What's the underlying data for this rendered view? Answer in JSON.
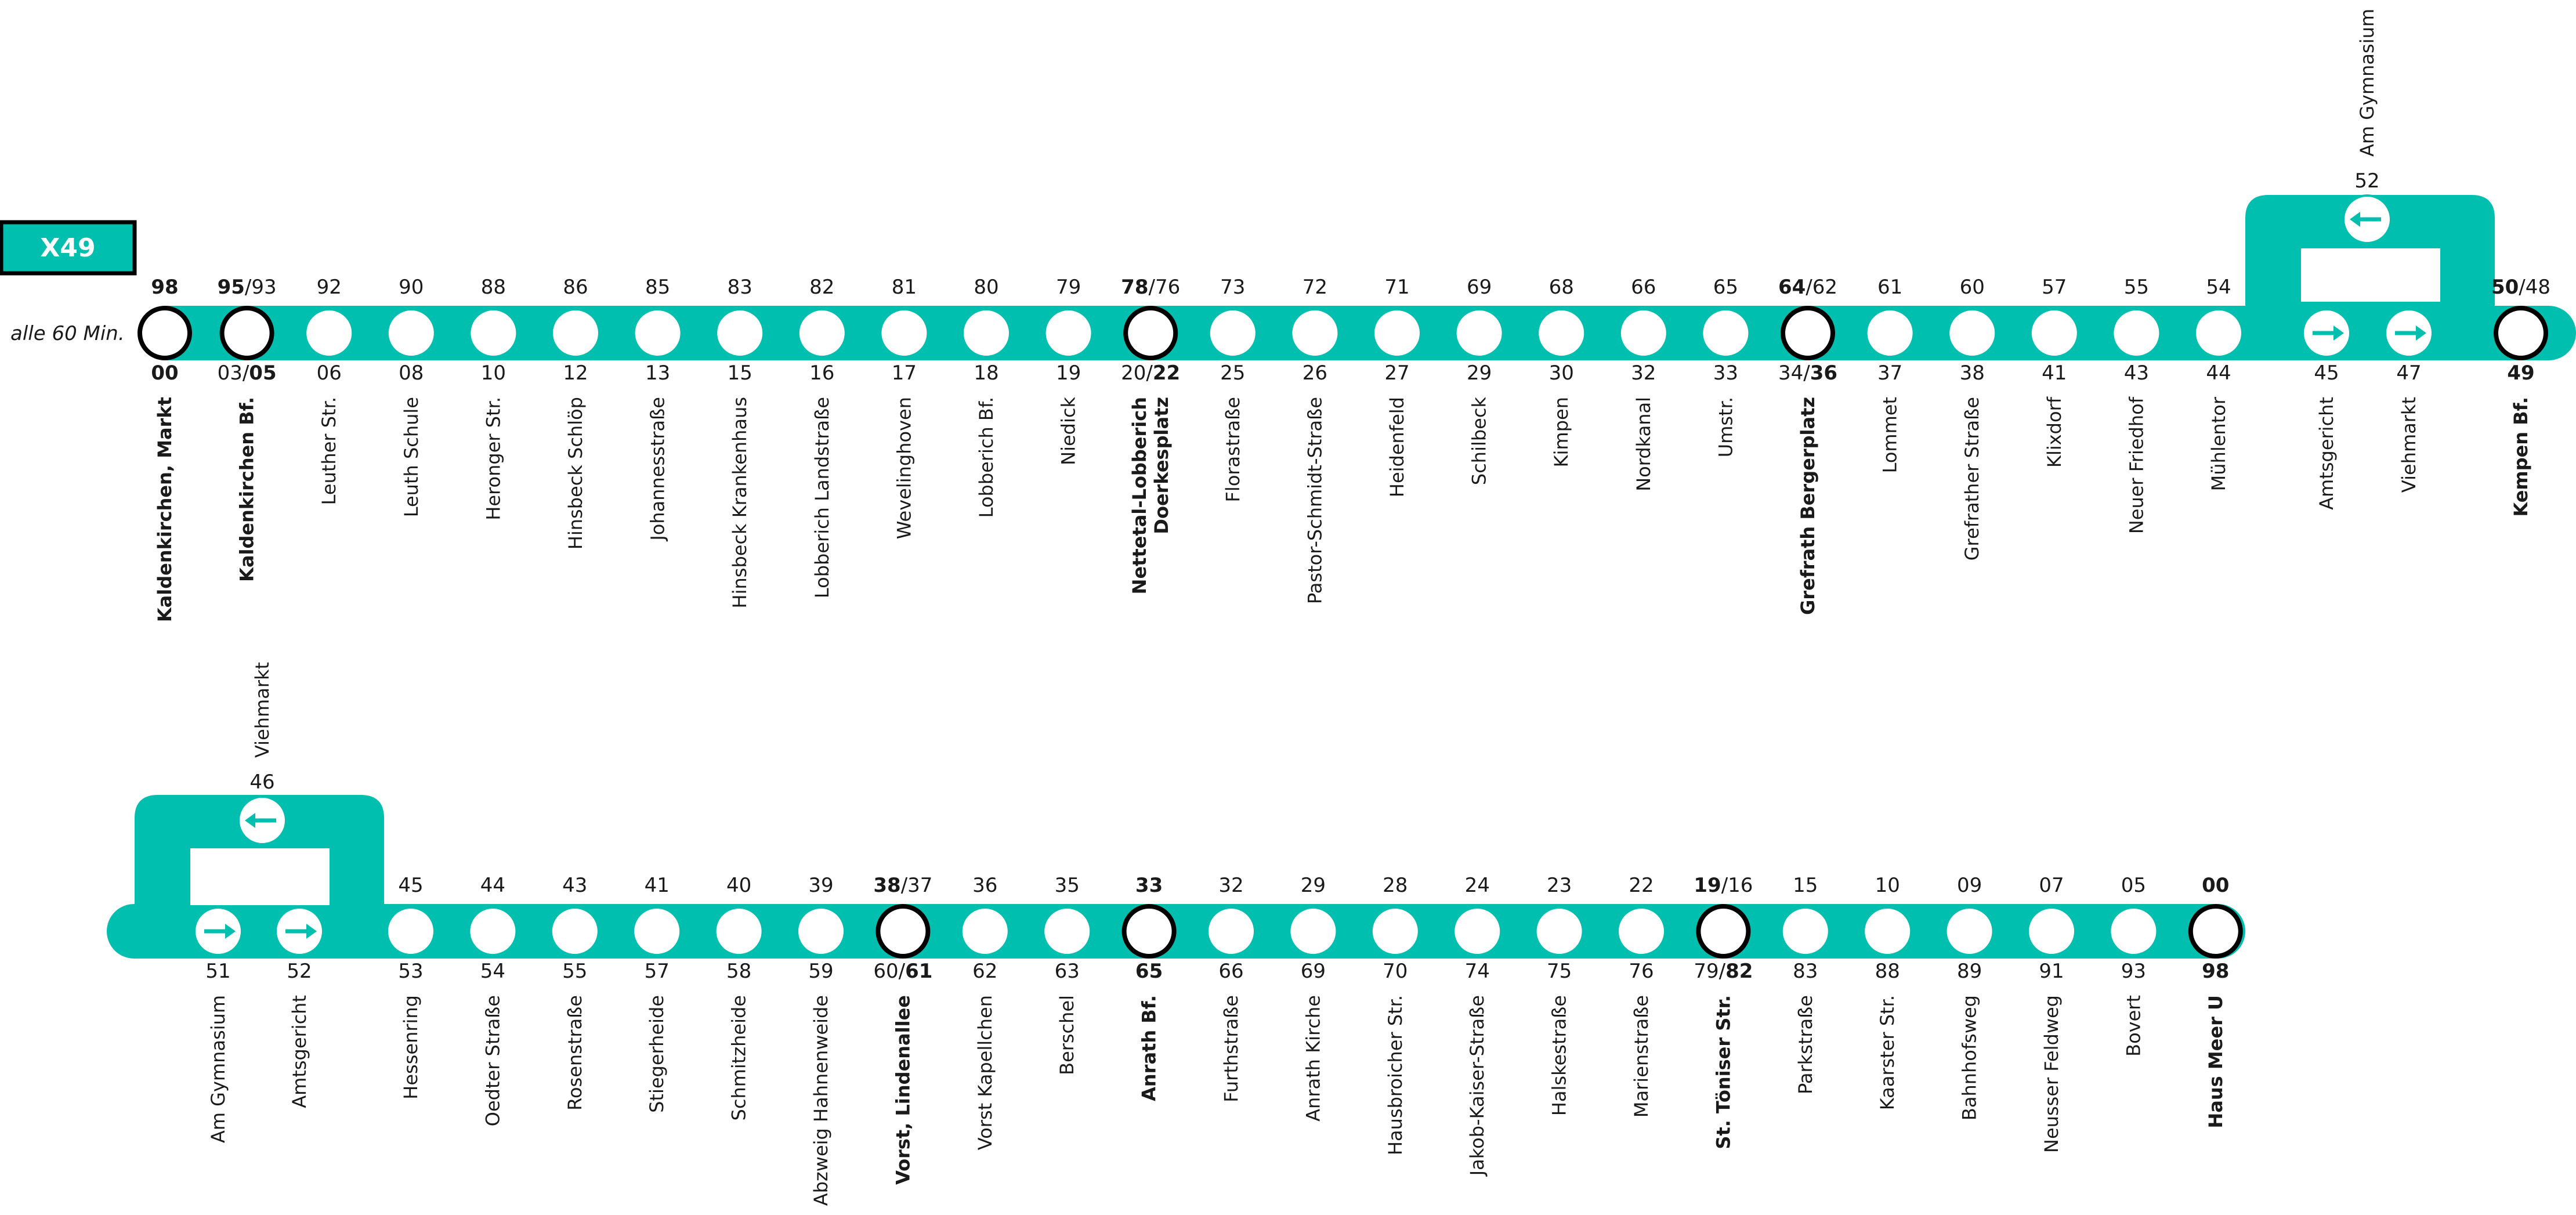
{
  "line": {
    "name": "X49",
    "frequency": "alle 60 Min."
  },
  "colors": {
    "line": "#00bfae",
    "text": "#1a1a1a",
    "stop_fill": "#ffffff",
    "border": "#000000"
  },
  "row1": {
    "stops": [
      {
        "name": "Kaldenkirchen,  Markt",
        "top": "98",
        "bottom": "00",
        "major": true
      },
      {
        "name": "Kaldenkirchen Bf.",
        "top": "95",
        "top_alt": "/93",
        "bottom_pre": "03/",
        "bottom": "05",
        "major": true
      },
      {
        "name": "Leuther Str.",
        "top": "92",
        "bottom": "06"
      },
      {
        "name": "Leuth Schule",
        "top": "90",
        "bottom": "08"
      },
      {
        "name": "Heronger Str.",
        "top": "88",
        "bottom": "10"
      },
      {
        "name": "Hinsbeck Schlöp",
        "top": "86",
        "bottom": "12"
      },
      {
        "name": "Johannesstraße",
        "top": "85",
        "bottom": "13"
      },
      {
        "name": "Hinsbeck Krankenhaus",
        "top": "83",
        "bottom": "15"
      },
      {
        "name": "Lobberich Landstraße",
        "top": "82",
        "bottom": "16"
      },
      {
        "name": "Wevelinghoven",
        "top": "81",
        "bottom": "17"
      },
      {
        "name": "Lobberich Bf.",
        "top": "80",
        "bottom": "18"
      },
      {
        "name": "Niedick",
        "top": "79",
        "bottom": "19"
      },
      {
        "name": "Nettetal-Lobberich",
        "name2": "Doerkesplatz",
        "top": "78",
        "top_alt": "/76",
        "bottom_pre": "20/",
        "bottom": "22",
        "major": true
      },
      {
        "name": "Florastraße",
        "top": "73",
        "bottom": "25"
      },
      {
        "name": "Pastor-Schmidt-Straße",
        "top": "72",
        "bottom": "26"
      },
      {
        "name": "Heidenfeld",
        "top": "71",
        "bottom": "27"
      },
      {
        "name": "Schilbeck",
        "top": "69",
        "bottom": "29"
      },
      {
        "name": "Kimpen",
        "top": "68",
        "bottom": "30"
      },
      {
        "name": "Nordkanal",
        "top": "66",
        "bottom": "32"
      },
      {
        "name": "Umstr.",
        "top": "65",
        "bottom": "33"
      },
      {
        "name": "Grefrath Bergerplatz",
        "top": "64",
        "top_alt": "/62",
        "bottom_pre": "34/",
        "bottom": "36",
        "major": true
      },
      {
        "name": "Lommet",
        "top": "61",
        "bottom": "37"
      },
      {
        "name": "Grefrather Straße",
        "top": "60",
        "bottom": "38"
      },
      {
        "name": "Klixdorf",
        "top": "57",
        "bottom": "41"
      },
      {
        "name": "Neuer Friedhof",
        "top": "55",
        "bottom": "43"
      },
      {
        "name": "Mühlentor",
        "top": "54",
        "bottom": "44"
      },
      {
        "name": "Amtsgericht",
        "bottom": "45",
        "arrow": "right"
      },
      {
        "name": "Viehmarkt",
        "bottom": "47",
        "arrow": "right"
      },
      {
        "name": "Kempen Bf.",
        "top": "50",
        "top_alt": "/48",
        "bottom": "49",
        "major": true,
        "bottom_bold": true
      }
    ],
    "loop_stop": {
      "name": "Am Gymnasium",
      "time": "52",
      "arrow": "left"
    }
  },
  "row2": {
    "stops": [
      {
        "name": "Am Gymnasium",
        "bottom": "51",
        "arrow": "right"
      },
      {
        "name": "Amtsgericht",
        "bottom": "52",
        "arrow": "right"
      },
      {
        "name": "Hessenring",
        "top": "45",
        "bottom": "53"
      },
      {
        "name": "Oedter Straße",
        "top": "44",
        "bottom": "54"
      },
      {
        "name": "Rosenstraße",
        "top": "43",
        "bottom": "55"
      },
      {
        "name": "Stiegerheide",
        "top": "41",
        "bottom": "57"
      },
      {
        "name": "Schmitzheide",
        "top": "40",
        "bottom": "58"
      },
      {
        "name": "Abzweig Hahnenweide",
        "top": "39",
        "bottom": "59"
      },
      {
        "name": "Vorst, Lindenallee",
        "top": "38",
        "top_alt": "/37",
        "bottom_pre": "60/",
        "bottom": "61",
        "major": true
      },
      {
        "name": "Vorst Kapellchen",
        "top": "36",
        "bottom": "62"
      },
      {
        "name": "Berschel",
        "top": "35",
        "bottom": "63"
      },
      {
        "name": "Anrath Bf.",
        "top": "33",
        "bottom": "65",
        "major": true,
        "top_bold": true,
        "bottom_bold": true
      },
      {
        "name": "Furthstraße",
        "top": "32",
        "bottom": "66"
      },
      {
        "name": "Anrath Kirche",
        "top": "29",
        "bottom": "69"
      },
      {
        "name": "Hausbroicher Str.",
        "top": "28",
        "bottom": "70"
      },
      {
        "name": "Jakob-Kaiser-Straße",
        "top": "24",
        "bottom": "74"
      },
      {
        "name": "Halskestraße",
        "top": "23",
        "bottom": "75"
      },
      {
        "name": "Marienstraße",
        "top": "22",
        "bottom": "76"
      },
      {
        "name": "St. Töniser Str.",
        "top": "19",
        "top_alt": "/16",
        "bottom_pre": "79/",
        "bottom": "82",
        "major": true
      },
      {
        "name": "Parkstraße",
        "top": "15",
        "bottom": "83"
      },
      {
        "name": "Kaarster Str.",
        "top": "10",
        "bottom": "88"
      },
      {
        "name": "Bahnhofsweg",
        "top": "09",
        "bottom": "89"
      },
      {
        "name": "Neusser Feldweg",
        "top": "07",
        "bottom": "91"
      },
      {
        "name": "Bovert",
        "top": "05",
        "bottom": "93"
      },
      {
        "name": "Haus Meer U",
        "top": "00",
        "bottom": "98",
        "major": true,
        "top_bold": true,
        "bottom_bold": true
      }
    ],
    "loop_stop": {
      "name": "Viehmarkt",
      "time": "46",
      "arrow": "left"
    }
  }
}
